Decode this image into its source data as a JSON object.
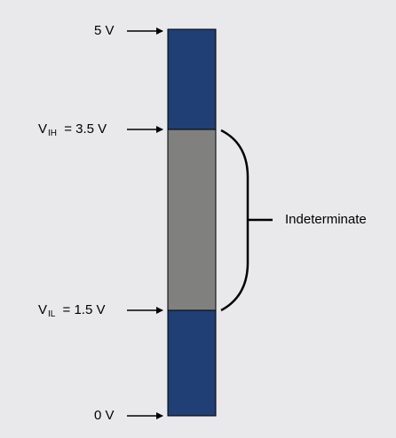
{
  "levels": {
    "top": {
      "text": "5 V",
      "voltage": 5
    },
    "vih": {
      "symbol": "V",
      "subscript": "IH",
      "value_text": "= 3.5 V",
      "voltage": 3.5
    },
    "vil": {
      "symbol": "V",
      "subscript": "IL",
      "value_text": "= 1.5 V",
      "voltage": 1.5
    },
    "bottom": {
      "text": "0 V",
      "voltage": 0
    }
  },
  "bracket_label": "Indeterminate",
  "colors": {
    "background": "#e9e9ec",
    "logic_band": "#203f74",
    "indeterminate_band": "#80807e",
    "stroke": "#000000"
  }
}
